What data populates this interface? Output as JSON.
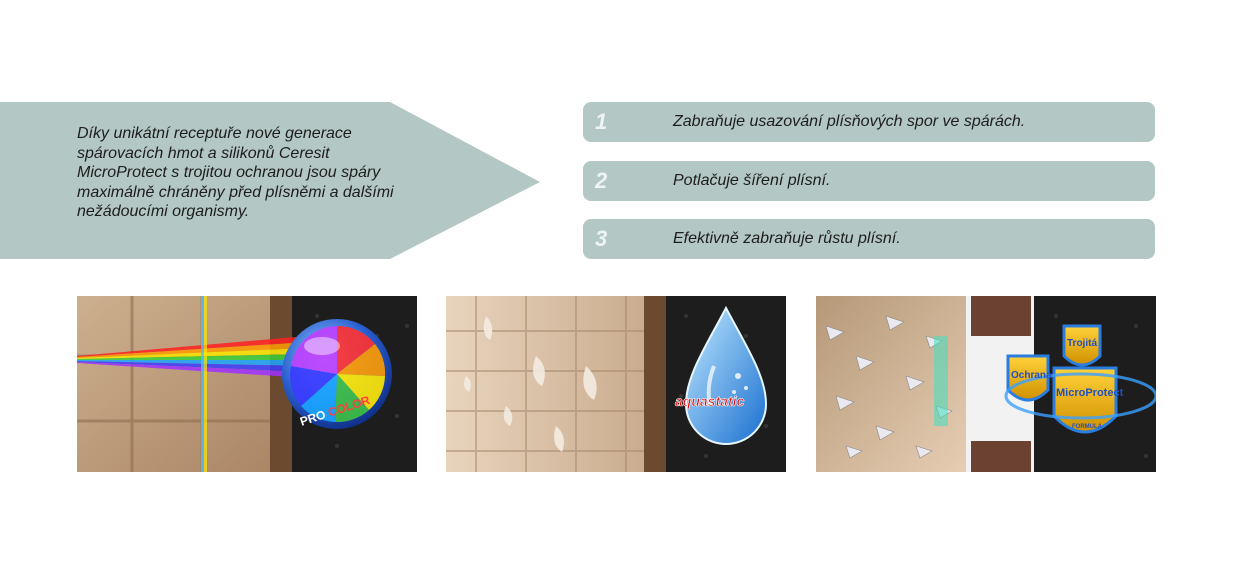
{
  "intro": {
    "lines": [
      "Díky unikátní receptuře nové generace",
      "spárovacích hmot a silikonů Ceresit",
      "MicroProtect s trojitou ochranou jsou spáry",
      "maximálně chráněny před plísněmi a dalšími",
      "nežádoucími organismy."
    ]
  },
  "features": [
    {
      "number": "1",
      "text": "Zabraňuje usazování plísňových spor ve spárách."
    },
    {
      "number": "2",
      "text": "Potlačuje šíření plísní."
    },
    {
      "number": "3",
      "text": "Efektivně zabraňuje růstu plísní."
    }
  ],
  "images": {
    "procolor": {
      "label_pro": "PRO",
      "label_color": "COLOR"
    },
    "aquastatic": {
      "label": "aquastatic"
    },
    "microprotect": {
      "label_trojita": "Trojitá",
      "label_ochrana": "Ochrana",
      "label_microprotect": "MicroProtect",
      "label_formula": "FORMULA"
    }
  },
  "colors": {
    "banner": "#b3c7c5",
    "number": "#eef4f3",
    "text": "#1d1d1d"
  }
}
